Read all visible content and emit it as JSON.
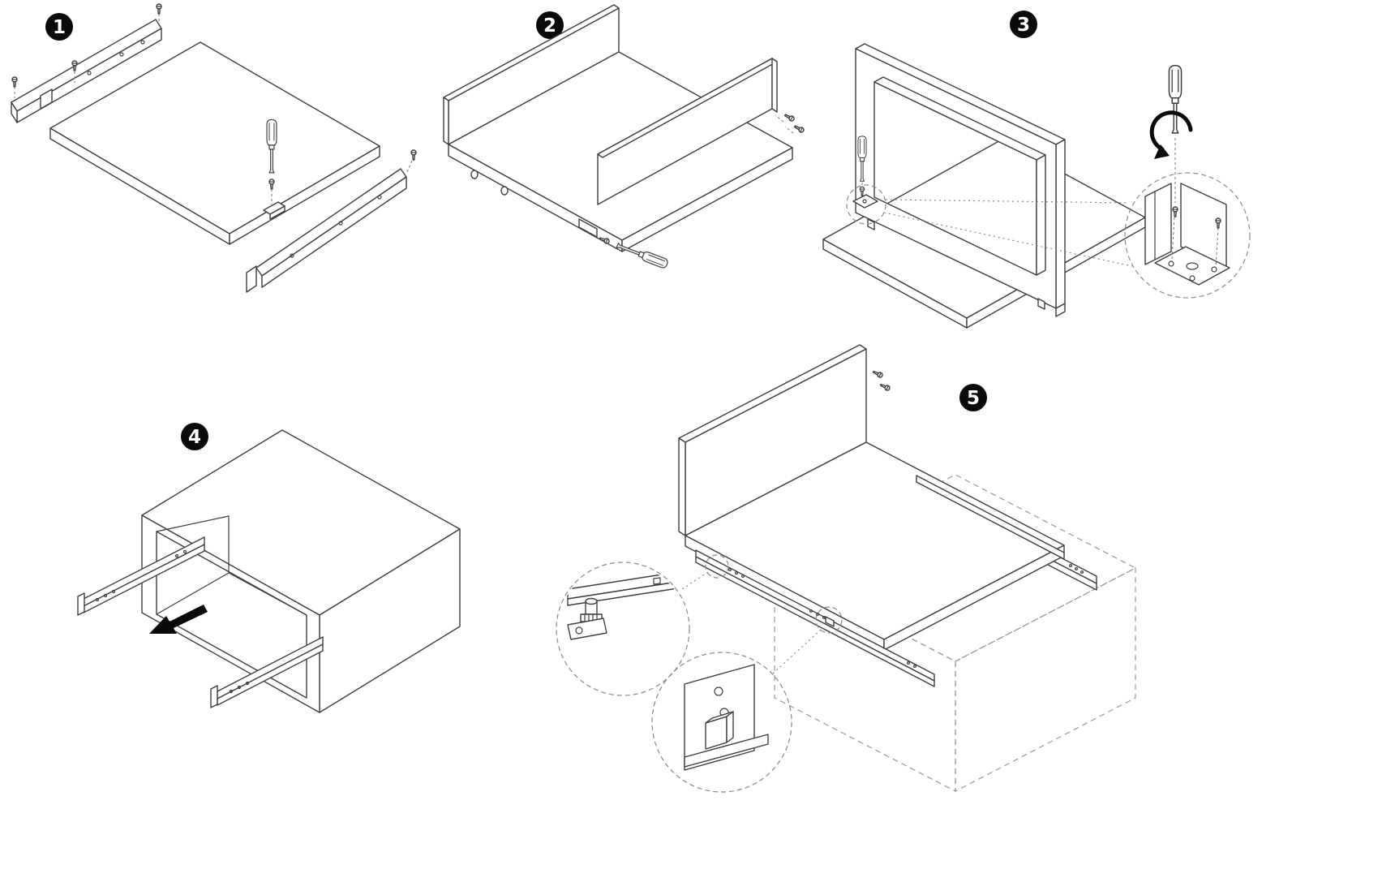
{
  "diagram": {
    "name": "drawer-assembly-instructions",
    "colors": {
      "line": "#3f3f3f",
      "badge_bg": "#0a0a0a",
      "badge_text": "#ffffff",
      "guide": "#8a8a8a",
      "arrow": "#0a0a0a",
      "background": "#ffffff"
    },
    "steps": [
      {
        "number": "1",
        "label": "attach-runners-to-drawer-bottom-panel"
      },
      {
        "number": "2",
        "label": "screw-back-panel-onto-drawer-box"
      },
      {
        "number": "3",
        "label": "fasten-corner-bracket-of-frame-to-base"
      },
      {
        "number": "4",
        "label": "pull-runners-out-of-cabinet"
      },
      {
        "number": "5",
        "label": "slide-drawer-onto-runners-into-cabinet"
      }
    ]
  }
}
